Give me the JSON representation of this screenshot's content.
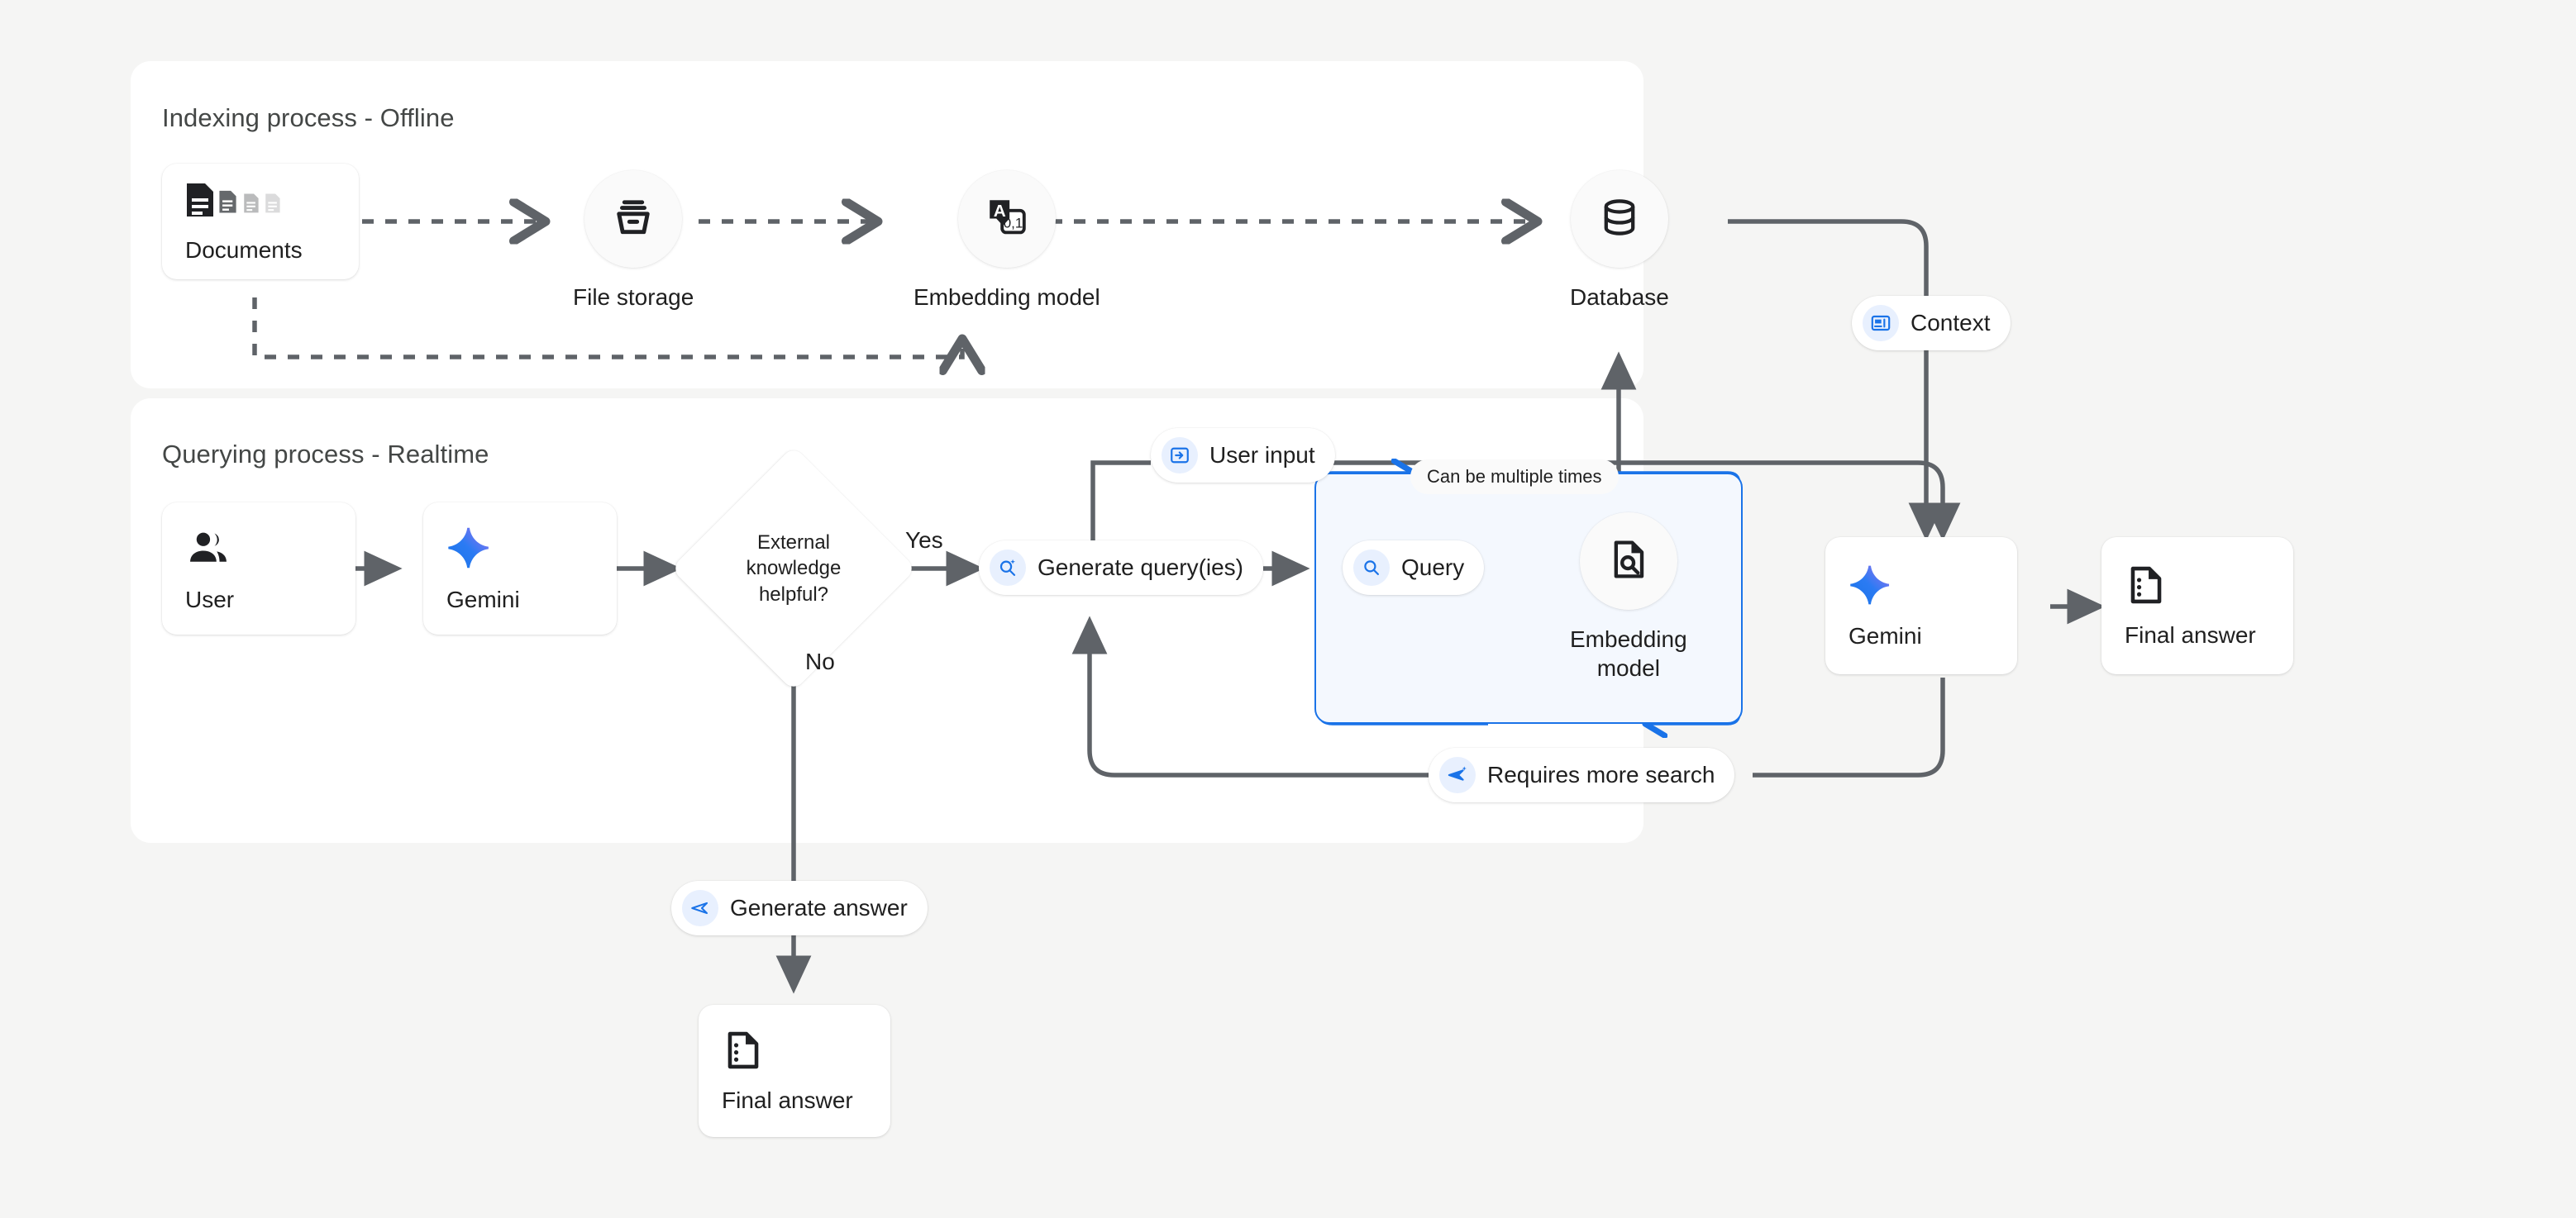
{
  "diagram": {
    "title_indexing": "Indexing process - Offline",
    "title_querying": "Querying process - Realtime"
  },
  "indexing": {
    "documents": {
      "label": "Documents",
      "icon": "documents-icon"
    },
    "file_storage": {
      "label": "File storage",
      "icon": "archive-icon"
    },
    "embedding_model": {
      "label": "Embedding model",
      "icon": "translate-icon"
    },
    "database": {
      "label": "Database",
      "icon": "database-icon"
    }
  },
  "querying": {
    "user": {
      "label": "User",
      "icon": "users-icon"
    },
    "gemini_left": {
      "label": "Gemini",
      "icon": "gemini-sparkle-icon"
    },
    "decision": {
      "label": "External\nknowledge\nhelpful?"
    },
    "yes_label": "Yes",
    "no_label": "No",
    "generate_queries": {
      "label": "Generate query(ies)",
      "icon": "search-sparkle-icon"
    },
    "query": {
      "label": "Query",
      "icon": "search-icon"
    },
    "embedding_model": {
      "label": "Embedding\nmodel",
      "icon": "document-search-icon"
    },
    "loop_note": "Can be multiple times",
    "requires_more_search": {
      "label": "Requires more search",
      "icon": "send-sparkle-icon"
    },
    "user_input": {
      "label": "User input",
      "icon": "input-icon"
    },
    "context": {
      "label": "Context",
      "icon": "article-icon"
    },
    "gemini_right": {
      "label": "Gemini",
      "icon": "gemini-sparkle-icon"
    },
    "final_answer_right": {
      "label": "Final answer",
      "icon": "final-answer-icon"
    },
    "generate_answer": {
      "label": "Generate answer",
      "icon": "send-outline-icon"
    },
    "final_answer_bottom": {
      "label": "Final answer",
      "icon": "final-answer-icon"
    }
  },
  "colors": {
    "background": "#f5f5f4",
    "panel": "#ffffff",
    "wire": "#5f6368",
    "accent_blue": "#1a73e8",
    "loop_fill": "#f4f8fe",
    "pill_icon_bg": "#e8f0fe",
    "text": "#1f1f1f",
    "title_text": "#444746"
  }
}
